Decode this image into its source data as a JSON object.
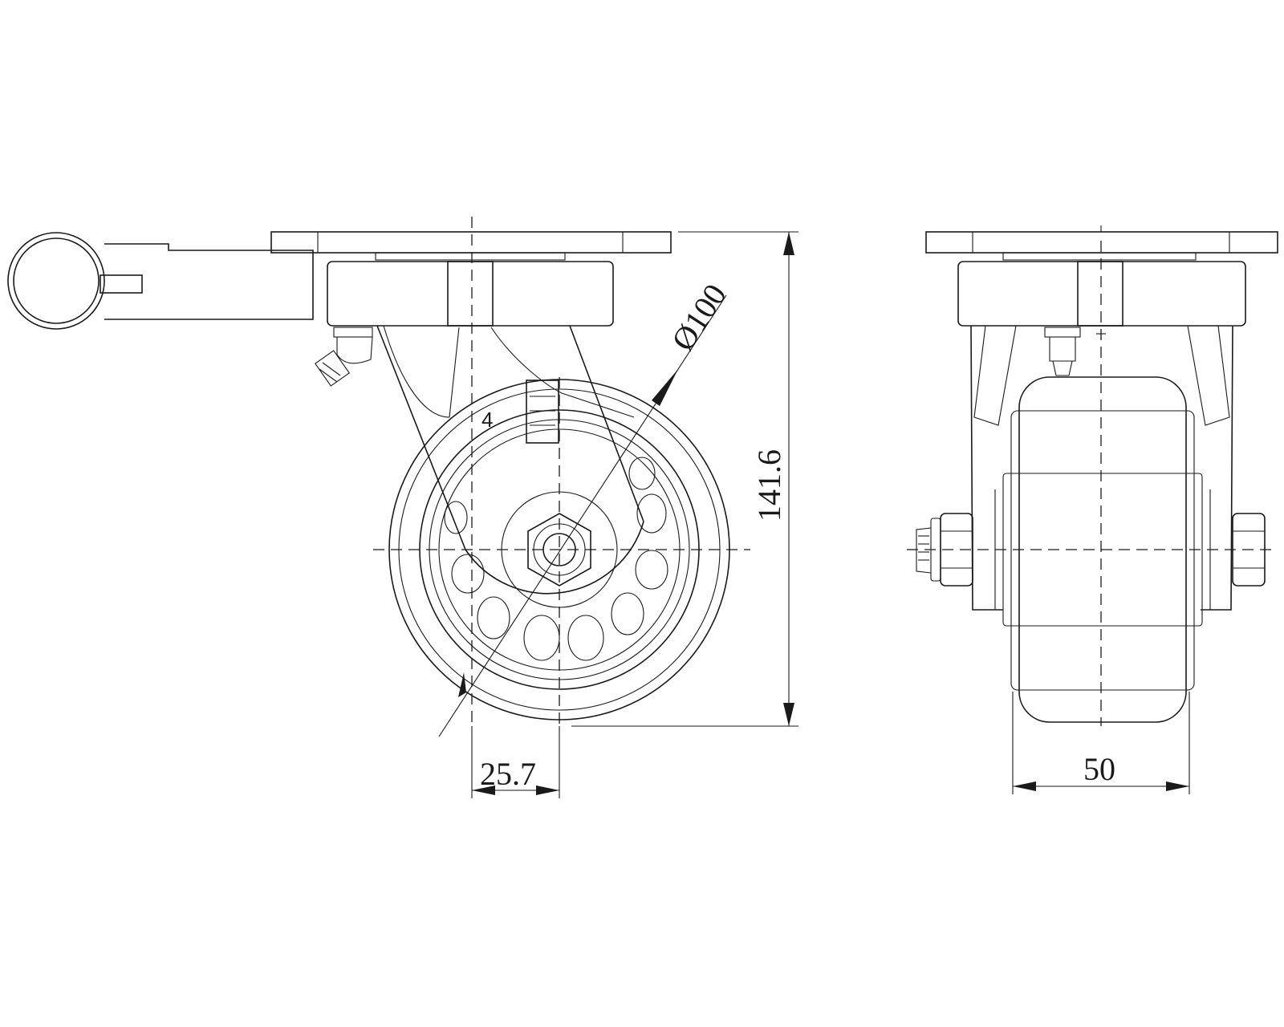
{
  "drawing": {
    "type": "caster wheel technical drawing",
    "views": [
      "side-view",
      "front-view"
    ],
    "line_color": "#1a1a1a",
    "background": "#ffffff"
  },
  "side_view": {
    "part_mark": "4",
    "dimensions": {
      "wheel_diameter": "Ø100",
      "total_height": "141.6",
      "offset": "25.7"
    }
  },
  "front_view": {
    "dimensions": {
      "wheel_width": "50"
    }
  }
}
